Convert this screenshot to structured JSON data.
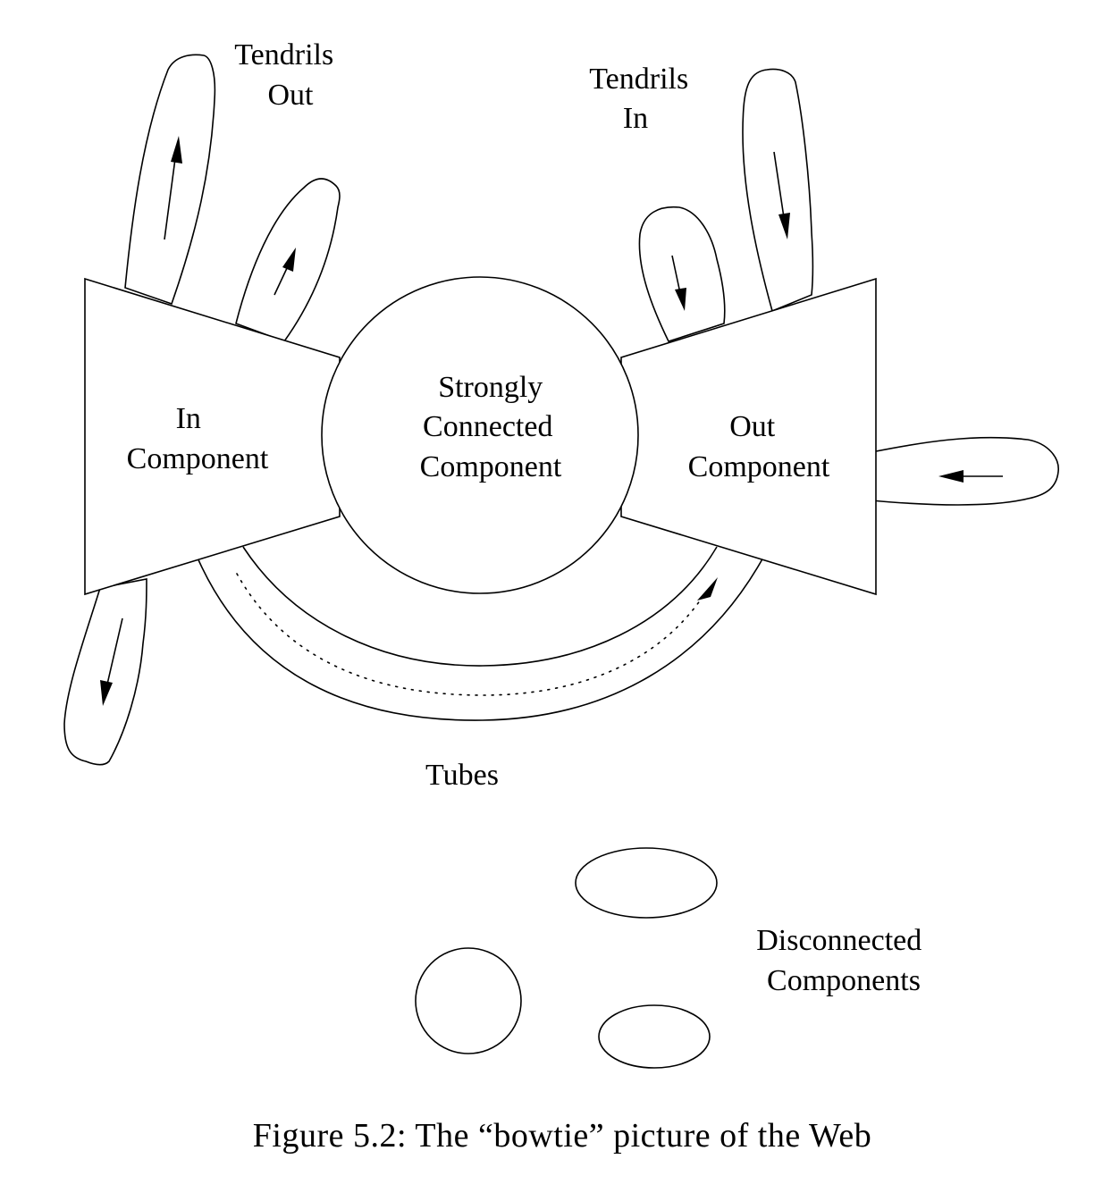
{
  "labels": {
    "tendrils_out": [
      "Tendrils",
      "Out"
    ],
    "tendrils_in": [
      "Tendrils",
      "In"
    ],
    "in_component": [
      "In",
      "Component"
    ],
    "scc": [
      "Strongly",
      "Connected",
      "Component"
    ],
    "out_component": [
      "Out",
      "Component"
    ],
    "tubes": "Tubes",
    "disconnected": [
      "Disconnected",
      "Components"
    ]
  },
  "caption": "Figure 5.2: The “bowtie” picture of the Web"
}
